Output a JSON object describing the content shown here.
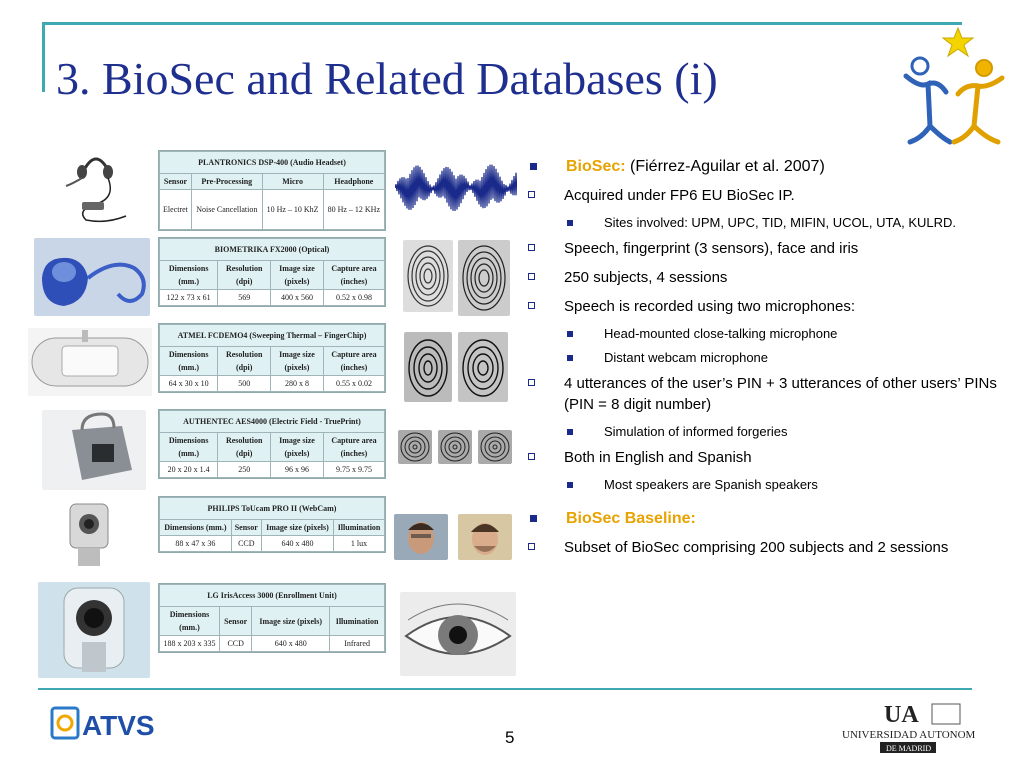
{
  "slide": {
    "title": "3. BioSec and Related Databases (i)",
    "page_number": "5"
  },
  "devices": [
    {
      "name": "PLANTRONICS DSP-400 (Audio Headset)",
      "headers": [
        "Sensor",
        "Pre-Processing",
        "Micro",
        "Headphone"
      ],
      "row": [
        "Electret",
        "Noise Cancellation",
        "10 Hz – 10 KhZ",
        "80 Hz – 12 KHz"
      ]
    },
    {
      "name": "BIOMETRIKA FX2000 (Optical)",
      "headers": [
        "Dimensions (mm.)",
        "Resolution (dpi)",
        "Image size (pixels)",
        "Capture area (inches)"
      ],
      "row": [
        "122 x 73 x 61",
        "569",
        "400 x 560",
        "0.52 x 0.98"
      ]
    },
    {
      "name": "ATMEL FCDEMO4 (Sweeping Thermal – FingerChip)",
      "headers": [
        "Dimensions (mm.)",
        "Resolution (dpi)",
        "Image size (pixels)",
        "Capture area (inches)"
      ],
      "row": [
        "64 x 30 x 10",
        "500",
        "280 x 8",
        "0.55 x 0.02"
      ]
    },
    {
      "name": "AUTHENTEC AES4000 (Electric Field - TruePrint)",
      "headers": [
        "Dimensions (mm.)",
        "Resolution (dpi)",
        "Image size (pixels)",
        "Capture area (inches)"
      ],
      "row": [
        "20 x 20 x 1.4",
        "250",
        "96 x 96",
        "9.75 x 9.75"
      ]
    },
    {
      "name": "PHILIPS ToUcam PRO II (WebCam)",
      "headers": [
        "Dimensions (mm.)",
        "Sensor",
        "Image size (pixels)",
        "Illumination"
      ],
      "row": [
        "88 x 47 x 36",
        "CCD",
        "640 x 480",
        "1 lux"
      ]
    },
    {
      "name": "LG IrisAccess 3000 (Enrollment Unit)",
      "headers": [
        "Dimensions (mm.)",
        "Sensor",
        "Image size (pixels)",
        "Illumination"
      ],
      "row": [
        "188 x 203 x 335",
        "CCD",
        "640 x 480",
        "Infrared"
      ]
    }
  ],
  "bullets": {
    "biosec_label": "BioSec:",
    "biosec_ref": " (Fiérrez-Aguilar et al. 2007)",
    "acquired": "Acquired under FP6 EU BioSec IP.",
    "sites": "Sites involved: UPM, UPC, TID, MIFIN, UCOL, UTA, KULRD.",
    "modalities": "Speech, fingerprint (3 sensors), face and iris",
    "subjects": "250 subjects, 4 sessions",
    "speech_mics": "Speech is recorded using two microphones:",
    "mic1": "Head-mounted close-talking microphone",
    "mic2": "Distant webcam microphone",
    "utterances": "4 utterances of the user’s PIN + 3 utterances of other users’ PINs (PIN = 8 digit number)",
    "forgeries": "Simulation of informed forgeries",
    "languages": "Both in English and Spanish",
    "speakers": "Most speakers are Spanish speakers",
    "baseline_label": "BioSec Baseline:",
    "baseline_desc": "Subset of BioSec comprising 200 subjects and 2 sessions"
  },
  "logos": {
    "atvs": "ATVS",
    "uam_top": "UA",
    "uam_name": "UNIVERSIDAD AUTONOMA",
    "uam_city": "DE MADRID"
  },
  "colors": {
    "title": "#1f2f8f",
    "accent_line": "#3ea9b2",
    "highlight": "#e8a300",
    "bullet": "#1a2a8a"
  }
}
